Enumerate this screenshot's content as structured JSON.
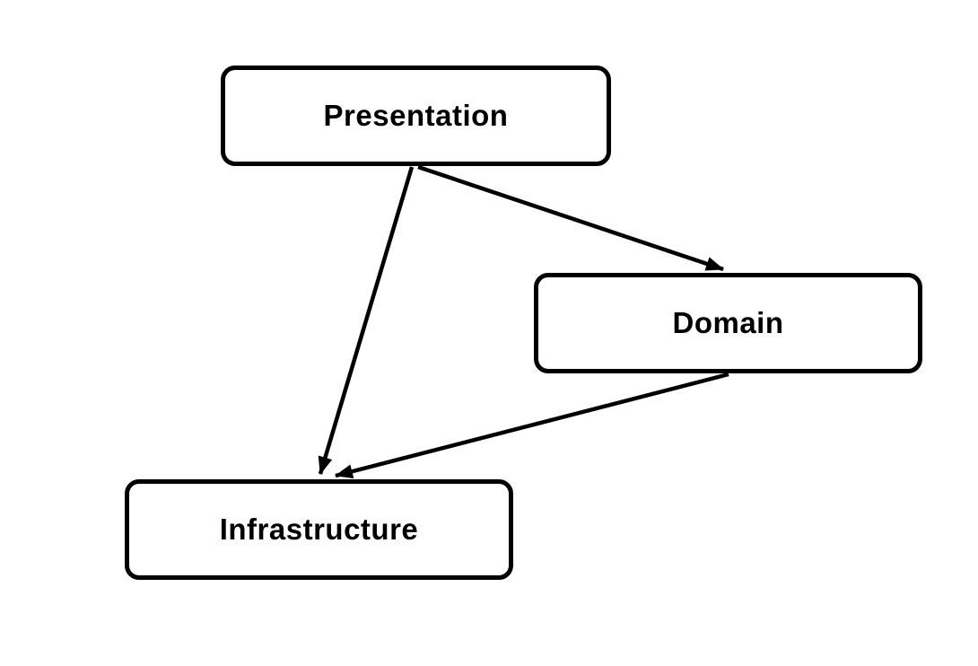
{
  "diagram": {
    "background_color": "#ffffff",
    "stroke_color": "#000000",
    "node_fill_color": "#ffffff",
    "text_color": "#000000",
    "nodes": [
      {
        "id": "presentation",
        "label": "Presentation"
      },
      {
        "id": "domain",
        "label": "Domain"
      },
      {
        "id": "infrastructure",
        "label": "Infrastructure"
      }
    ],
    "edges": [
      {
        "from": "presentation",
        "to": "domain",
        "arrow": "triangle"
      },
      {
        "from": "presentation",
        "to": "infrastructure",
        "arrow": "triangle"
      },
      {
        "from": "domain",
        "to": "infrastructure",
        "arrow": "triangle"
      }
    ]
  }
}
